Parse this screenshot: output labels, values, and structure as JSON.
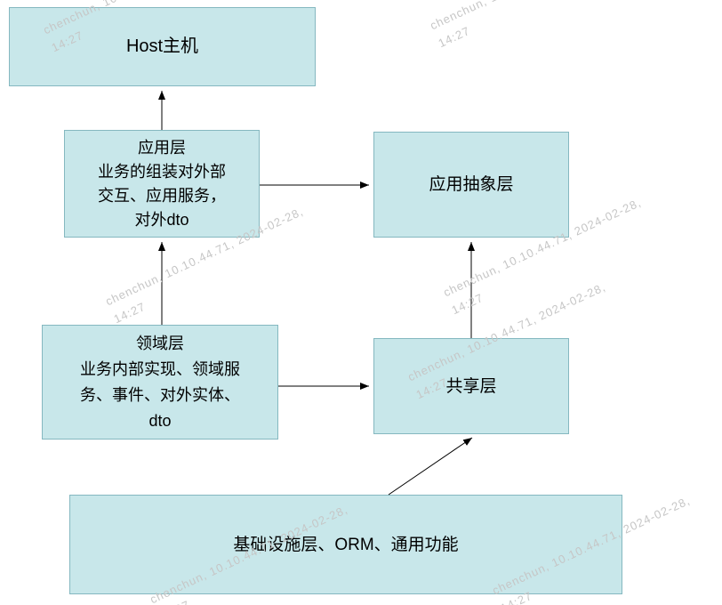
{
  "diagram": {
    "nodes": {
      "host": {
        "label": "Host主机"
      },
      "application": {
        "label": "应用层\n业务的组装对外部\n交互、应用服务，\n对外dto"
      },
      "abstraction": {
        "label": "应用抽象层"
      },
      "domain": {
        "label": "领域层\n业务内部实现、领域服\n务、事件、对外实体、\ndto"
      },
      "shared": {
        "label": "共享层"
      },
      "infrastructure": {
        "label": "基础设施层、ORM、通用功能"
      }
    },
    "edges": [
      {
        "from": "application",
        "to": "host",
        "direction": "up"
      },
      {
        "from": "application",
        "to": "abstraction",
        "direction": "right"
      },
      {
        "from": "domain",
        "to": "application",
        "direction": "up"
      },
      {
        "from": "domain",
        "to": "shared",
        "direction": "right"
      },
      {
        "from": "shared",
        "to": "abstraction",
        "direction": "up"
      },
      {
        "from": "infrastructure",
        "to": "shared",
        "direction": "up-right"
      }
    ],
    "colors": {
      "node_fill": "#c8e7ea",
      "node_border": "#85b8c0",
      "arrow": "#000000",
      "watermark": "#c6c6c6"
    }
  },
  "watermark": {
    "text": "chenchun, 10.10.44.71, 2024-02-28,\n14:27"
  }
}
